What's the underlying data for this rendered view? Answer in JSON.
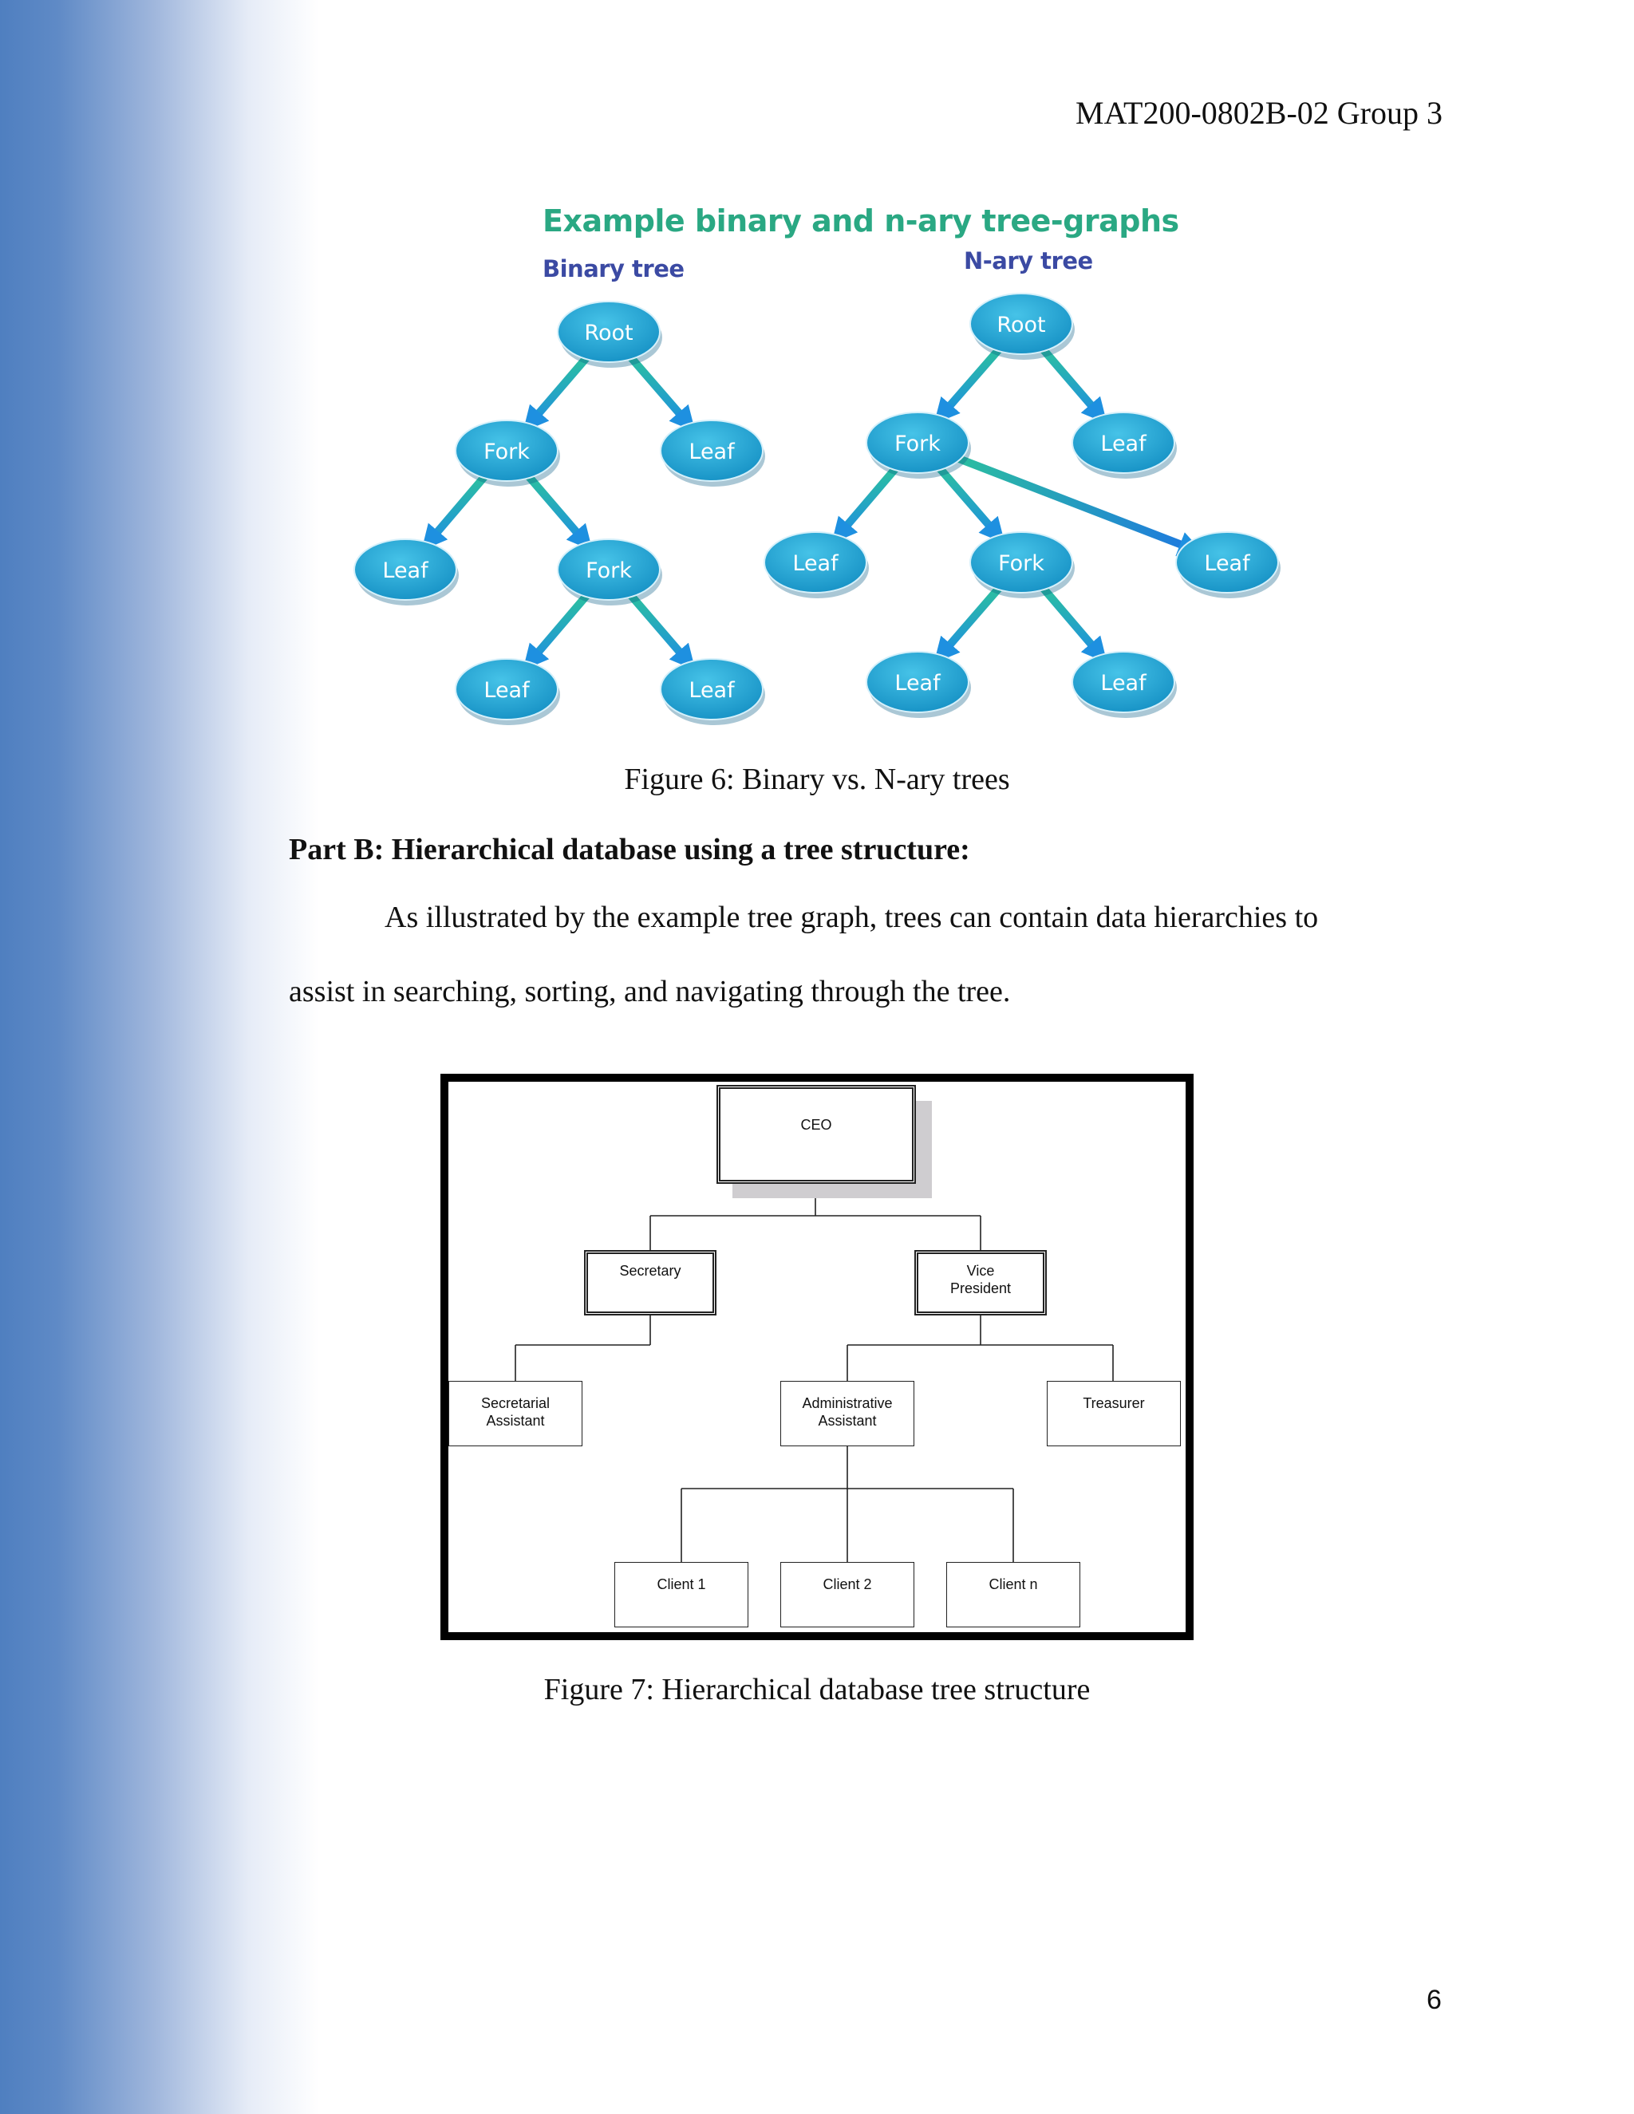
{
  "header": {
    "running_head": "MAT200-0802B-02 Group 3"
  },
  "figure6": {
    "title": "Example binary and n-ary tree-graphs",
    "binary_label": "Binary tree",
    "nary_label": "N-ary tree",
    "binary_nodes": [
      "Root",
      "Fork",
      "Leaf",
      "Leaf",
      "Fork",
      "Leaf",
      "Leaf"
    ],
    "nary_nodes": [
      "Root",
      "Fork",
      "Leaf",
      "Leaf",
      "Fork",
      "Leaf",
      "Leaf",
      "Leaf"
    ],
    "caption": "Figure 6: Binary vs. N-ary trees",
    "colors": {
      "node": "#1fa0d0",
      "arrow_top": "#2cc29c",
      "arrow_bottom": "#1e90e0"
    }
  },
  "section": {
    "heading": "Part B: Hierarchical database using a tree structure:",
    "paragraph_line1": "As illustrated by the example tree graph, trees can contain data hierarchies to",
    "paragraph_line2": "assist in searching, sorting, and navigating through the tree."
  },
  "figure7": {
    "nodes": {
      "ceo": "CEO",
      "secretary": "Secretary",
      "vp_line1": "Vice",
      "vp_line2": "President",
      "sec_asst_line1": "Secretarial",
      "sec_asst_line2": "Assistant",
      "admin_asst_line1": "Administrative",
      "admin_asst_line2": "Assistant",
      "treasurer": "Treasurer",
      "client1": "Client 1",
      "client2": "Client 2",
      "clientn": "Client n"
    },
    "caption": "Figure 7: Hierarchical database tree structure"
  },
  "footer": {
    "page_number": "6"
  }
}
